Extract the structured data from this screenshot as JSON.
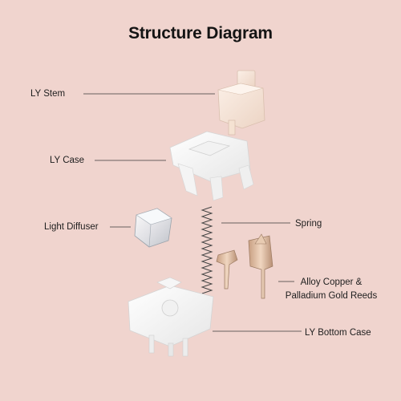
{
  "title": "Structure Diagram",
  "labels": {
    "stem": "LY Stem",
    "case": "LY Case",
    "diffuser": "Light Diffuser",
    "spring": "Spring",
    "reeds_line1": "Alloy Copper &",
    "reeds_line2": "Palladium Gold Reeds",
    "bottom_case": "LY Bottom Case"
  },
  "colors": {
    "background": "#f0d4ce",
    "stem": "#f6e6da",
    "housing": "#fbfbfb",
    "metal": "#d9b79c",
    "text": "#1e1e1e"
  }
}
